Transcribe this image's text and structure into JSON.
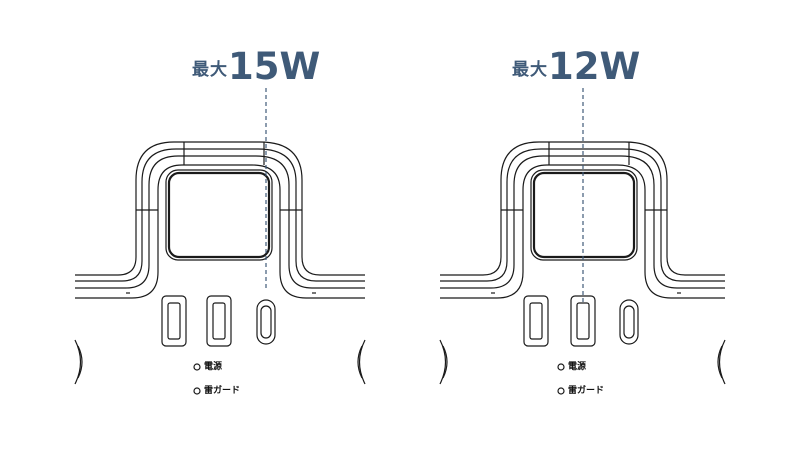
{
  "colors": {
    "label": "#3f5a78",
    "leader_line": "#3f5a78",
    "outline": "#1a1a1a"
  },
  "panels": [
    {
      "label_prefix": "最大",
      "label_value": "15W",
      "indicators": [
        "電源",
        "雷ガード"
      ]
    },
    {
      "label_prefix": "最大",
      "label_value": "12W",
      "indicators": [
        "電源",
        "雷ガード"
      ]
    }
  ]
}
